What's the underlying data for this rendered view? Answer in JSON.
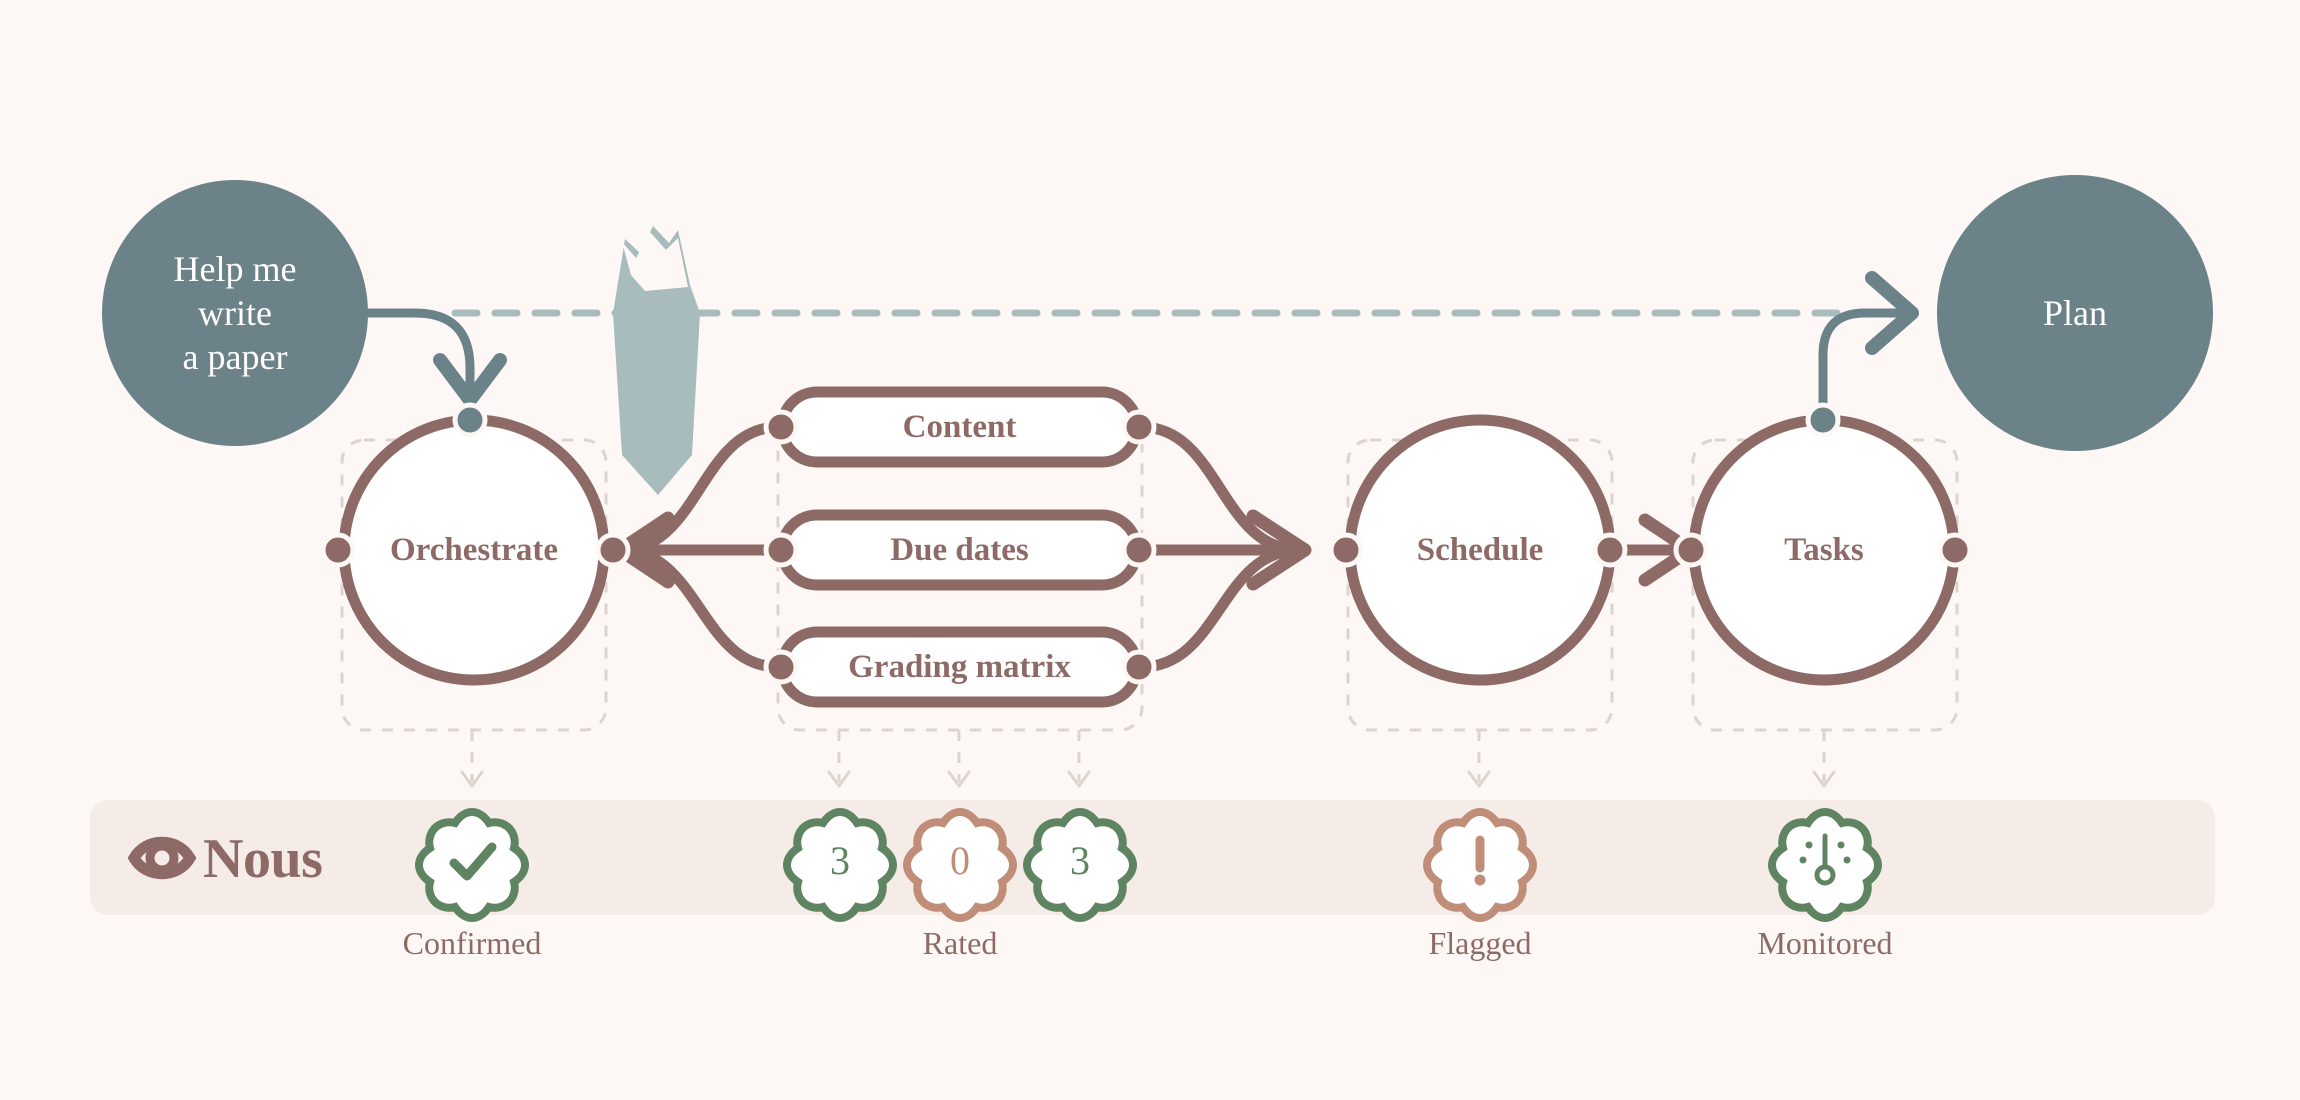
{
  "theme": {
    "background": "#fdf8f6",
    "accent_slate": "#6c8289",
    "accent_mauve": "#8d6a66",
    "badge_green": "#5f8461",
    "badge_terracotta": "#c08e78",
    "band_background": "#f6ece7",
    "dashed_guide": "#ded3cf",
    "iceberg_fill": "#a9bcbd",
    "node_fill": "#ffffff"
  },
  "flow": {
    "input_node": {
      "label": "Help me\nwrite\na paper",
      "shape": "circle",
      "fill": "#6c8289"
    },
    "output_node": {
      "label": "Plan",
      "shape": "circle",
      "fill": "#6c8289"
    },
    "waterline": {
      "icon": "iceberg-icon",
      "style": "dashed"
    },
    "stages": [
      {
        "id": "orchestrate",
        "label": "Orchestrate"
      },
      {
        "id": "schedule",
        "label": "Schedule"
      },
      {
        "id": "tasks",
        "label": "Tasks"
      }
    ],
    "artifacts": [
      {
        "id": "content",
        "label": "Content"
      },
      {
        "id": "due-dates",
        "label": "Due dates"
      },
      {
        "id": "grading-matrix",
        "label": "Grading matrix"
      }
    ]
  },
  "observability_band": {
    "brand": {
      "name": "Nous",
      "icon": "eye-icon"
    },
    "metrics": [
      {
        "id": "confirmed",
        "caption": "Confirmed",
        "badges": [
          {
            "icon": "check-icon",
            "value": "",
            "color": "#5f8461"
          }
        ]
      },
      {
        "id": "rated",
        "caption": "Rated",
        "badges": [
          {
            "icon": "count-badge",
            "value": "3",
            "color": "#5f8461"
          },
          {
            "icon": "count-badge",
            "value": "0",
            "color": "#c08e78"
          },
          {
            "icon": "count-badge",
            "value": "3",
            "color": "#5f8461"
          }
        ]
      },
      {
        "id": "flagged",
        "caption": "Flagged",
        "badges": [
          {
            "icon": "exclamation-icon",
            "value": "",
            "color": "#c08e78"
          }
        ]
      },
      {
        "id": "monitored",
        "caption": "Monitored",
        "badges": [
          {
            "icon": "gauge-icon",
            "value": "",
            "color": "#5f8461"
          }
        ]
      }
    ]
  }
}
